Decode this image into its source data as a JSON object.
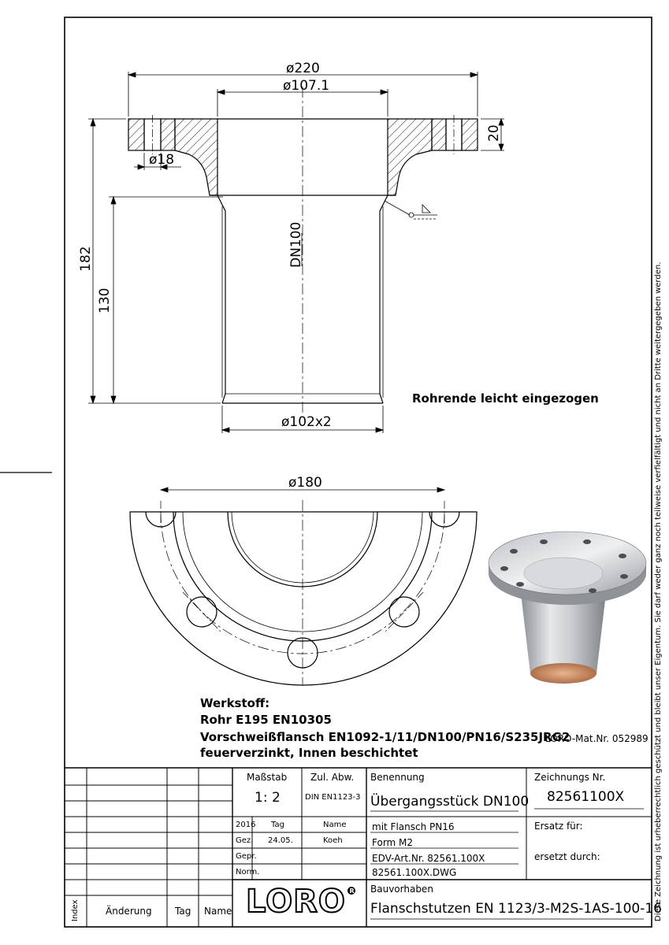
{
  "drawing": {
    "dims": {
      "d_flange": "ø220",
      "d_inner": "ø107.1",
      "d_bolt_hole": "ø18",
      "flange_thickness": "20",
      "overall_height": "182",
      "tube_length": "130",
      "nominal": "DN100",
      "d_tube": "ø102x2",
      "d_pitch": "ø180"
    },
    "note_pipe_end": "Rohrende leicht eingezogen",
    "material": {
      "heading": "Werkstoff:",
      "line1": "Rohr E195 EN10305",
      "line2": "Vorschweißflansch EN1092-1/11/DN100/PN16/S235JRG2",
      "line3": "feuerverzinkt, Innen beschichtet"
    },
    "mat_nr": "LORO-Mat.Nr. 052989",
    "copyright": "Diese Zeichnung ist urheberrechtlich geschützt und bleibt unser Eigentum. Sie darf weder ganz noch teilweise verfielfältigt und nicht an Dritte weitergegeben werden."
  },
  "title_block": {
    "massstab_label": "Maßstab",
    "massstab_value": "1: 2",
    "zul_abw_label": "Zul. Abw.",
    "zul_abw_value": "DIN EN1123-3",
    "year": "2016",
    "tag_label": "Tag",
    "name_label": "Name",
    "gez_label": "Gez.",
    "gez_date": "24.05.",
    "gez_name": "Koeh",
    "gepr_label": "Gepr.",
    "norm_label": "Norm.",
    "benennung_label": "Benennung",
    "benennung_value": "Übergangsstück DN100",
    "line_flansch": "mit Flansch PN16",
    "line_form": "Form M2",
    "line_edv": "EDV-Art.Nr. 82561.100X",
    "line_dwg": "82561.100X.DWG",
    "zeichnungs_nr_label": "Zeichnungs Nr.",
    "zeichnungs_nr_value": "82561100X",
    "ersatz_fuer_label": "Ersatz für:",
    "ersetzt_durch_label": "ersetzt durch:",
    "bauvorhaben_label": "Bauvorhaben",
    "bauvorhaben_value": "Flanschstutzen EN 1123/3-M2S-1AS-100-16",
    "index_label": "Index",
    "aenderung_label": "Änderung",
    "tag2_label": "Tag",
    "name2_label": "Name",
    "logo_text": "LORO"
  }
}
